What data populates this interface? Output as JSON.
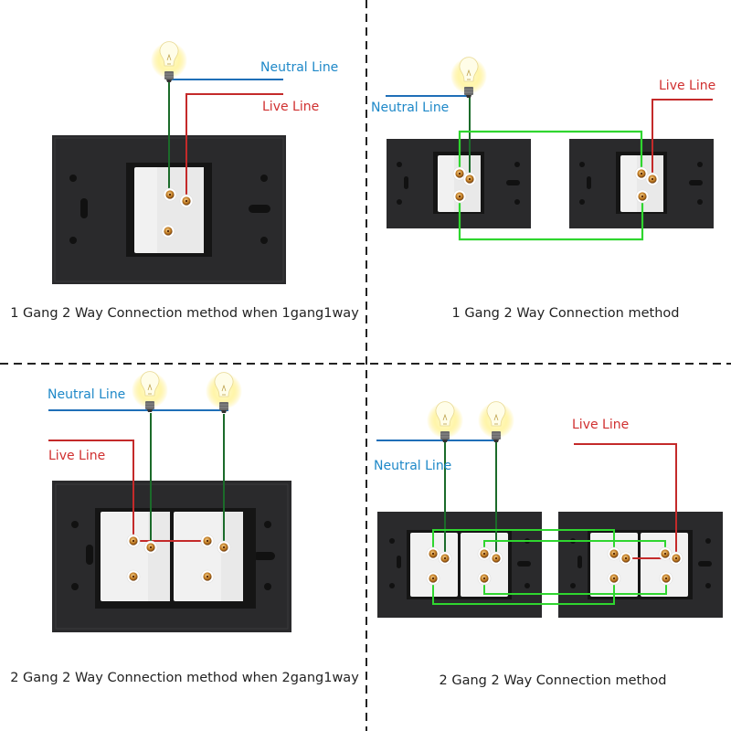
{
  "colors": {
    "neutral": "#1f6fb8",
    "neutral_text": "#1e88c8",
    "live": "#c42a2a",
    "live_text": "#d03030",
    "load_wire": "#1b6b2a",
    "traveler": "#2fd62f",
    "plate": "#2a2a2c",
    "module": "#f1f1f1",
    "terminal": "#c8842a",
    "divider": "#222222"
  },
  "labels": {
    "neutral": "Neutral Line",
    "live": "Live Line"
  },
  "panels": [
    {
      "id": "tl",
      "caption": "1 Gang 2 Way Connection method when 1gang1way"
    },
    {
      "id": "tr",
      "caption": "1 Gang 2 Way Connection method"
    },
    {
      "id": "bl",
      "caption": "2 Gang 2 Way Connection method when 2gang1way"
    },
    {
      "id": "br",
      "caption": "2 Gang 2 Way Connection method"
    }
  ]
}
